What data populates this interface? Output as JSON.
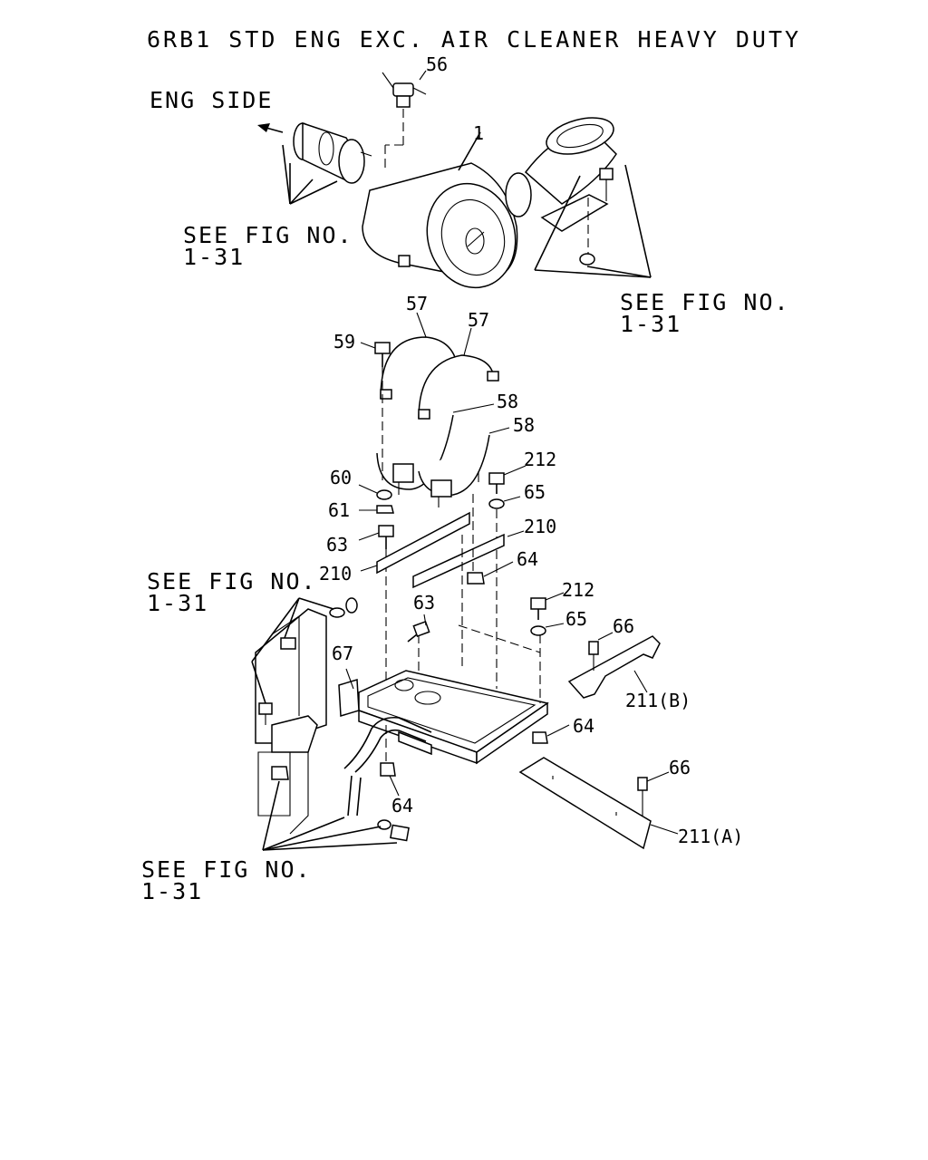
{
  "diagram": {
    "title": "6RB1 STD ENG EXC. AIR CLEANER HEAVY DUTY",
    "eng_side_label": "ENG SIDE",
    "see_fig_refs": [
      {
        "line1": "SEE FIG NO.",
        "line2": "1-31"
      },
      {
        "line1": "SEE FIG NO.",
        "line2": "1-31"
      },
      {
        "line1": "SEE FIG NO.",
        "line2": "1-31"
      },
      {
        "line1": "SEE FIG NO.",
        "line2": "1-31"
      }
    ],
    "callouts": {
      "c56": "56",
      "c1": "1",
      "c57a": "57",
      "c57b": "57",
      "c59": "59",
      "c58a": "58",
      "c58b": "58",
      "c212a": "212",
      "c60": "60",
      "c65a": "65",
      "c61": "61",
      "c210a": "210",
      "c63a": "63",
      "c64a": "64",
      "c210b": "210",
      "c212b": "212",
      "c63b": "63",
      "c65b": "65",
      "c66a": "66",
      "c67": "67",
      "c211b": "211(B)",
      "c64b": "64",
      "c66b": "66",
      "c64c": "64",
      "c211a": "211(A)"
    }
  }
}
